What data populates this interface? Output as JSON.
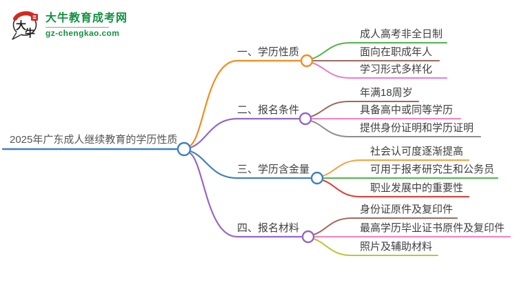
{
  "logo": {
    "title": "大牛教育成考网",
    "domain": "gz-chengkao.com",
    "icon_text_top": "大",
    "icon_text_bottom": "牛",
    "brand_green": "#12913f",
    "seal_red": "#d5281e",
    "ink_black": "#2b2b2b"
  },
  "central": {
    "text": "2025年广东成人继续教育的学历性质",
    "color": "#3e7fc1"
  },
  "branches": [
    {
      "label": "一、学历性质",
      "color": "#f28c1d",
      "children": [
        {
          "text": "成人高考非全日制",
          "color": "#4cb648"
        },
        {
          "text": "面向在职成年人",
          "color": "#a2685c"
        },
        {
          "text": "学习形式多样化",
          "color": "#ea7ad4"
        }
      ]
    },
    {
      "label": "二、报名条件",
      "color": "#9466c5",
      "children": [
        {
          "text": "年满18周岁",
          "color": "#a2685c"
        },
        {
          "text": "具备高中或同等学历",
          "color": "#f77fc3"
        },
        {
          "text": "提供身份证明和学历证明",
          "color": "#8c8c8c"
        }
      ]
    },
    {
      "label": "三、学历含金量",
      "color": "#3e7fc1",
      "children": [
        {
          "text": "社会认可度逐渐提高",
          "color": "#f6a13e"
        },
        {
          "text": "可用于报考研究生和公务员",
          "color": "#4cb648"
        },
        {
          "text": "职业发展中的重要性",
          "color": "#e23a34"
        }
      ]
    },
    {
      "label": "四、报名材料",
      "color": "#9466c5",
      "children": [
        {
          "text": "身份证原件及复印件",
          "color": "#a2685c"
        },
        {
          "text": "最高学历毕业证书原件及复印件",
          "color": "#f77fc3"
        },
        {
          "text": "照片及辅助材料",
          "color": "#bfc436"
        }
      ]
    }
  ]
}
